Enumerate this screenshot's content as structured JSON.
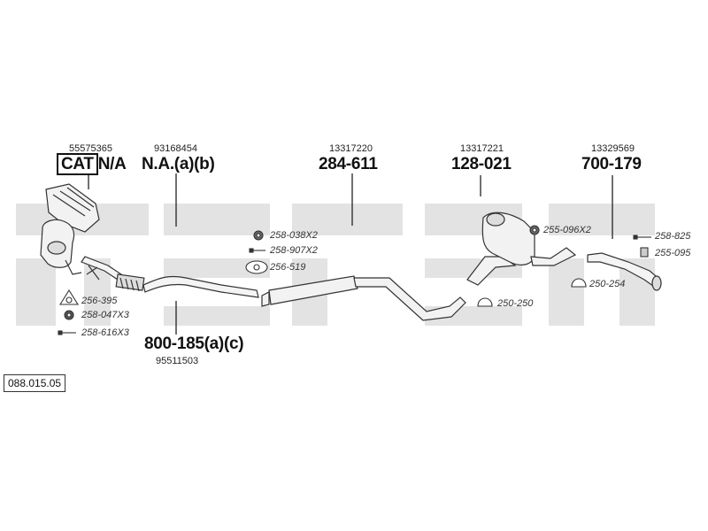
{
  "diagram": {
    "catalog_code": "088.015.05",
    "watermark_color": "#e3e3e3",
    "callouts": [
      {
        "id": "cat",
        "oe": "55575365",
        "main_boxed": "CAT",
        "main": "N/A"
      },
      {
        "id": "front-pipe",
        "oe": "93168454",
        "main": "N.A.(a)(b)"
      },
      {
        "id": "center-silencer",
        "oe": "13317220",
        "main": "284-611"
      },
      {
        "id": "rear-silencer",
        "oe": "13317221",
        "main": "128-021"
      },
      {
        "id": "tail-pipe",
        "oe": "13329569",
        "main": "700-179"
      },
      {
        "id": "flex-pipe",
        "oe": "95511503",
        "main": "800-185(a)(c)"
      }
    ],
    "small_parts": [
      {
        "id": "p256-395",
        "icon": "gasket-ring-icon",
        "code": "256-395"
      },
      {
        "id": "p258-047",
        "icon": "nut-icon",
        "code": "258-047X3"
      },
      {
        "id": "p258-616",
        "icon": "bolt-icon",
        "code": "258-616X3"
      },
      {
        "id": "p258-038",
        "icon": "rubber-mount-icon",
        "code": "258-038X2"
      },
      {
        "id": "p258-907",
        "icon": "bolt-icon",
        "code": "258-907X2"
      },
      {
        "id": "p256-519",
        "icon": "flange-gasket-icon",
        "code": "256-519"
      },
      {
        "id": "p255-096",
        "icon": "rubber-mount-icon",
        "code": "255-096X2"
      },
      {
        "id": "p250-250",
        "icon": "clamp-icon",
        "code": "250-250"
      },
      {
        "id": "p250-254",
        "icon": "clamp-icon",
        "code": "250-254"
      },
      {
        "id": "p258-825",
        "icon": "bolt-icon",
        "code": "258-825"
      },
      {
        "id": "p255-095",
        "icon": "bracket-icon",
        "code": "255-095"
      }
    ]
  }
}
